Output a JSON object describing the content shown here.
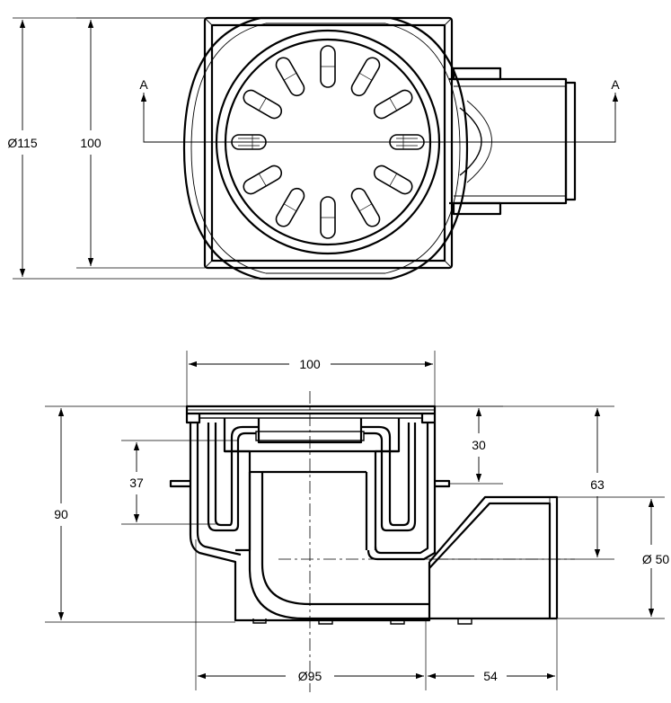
{
  "top_view": {
    "dims": {
      "outer_diameter": "Ø115",
      "frame_height": "100"
    },
    "section_marker_left": "A",
    "section_marker_right": "A"
  },
  "side_view": {
    "dims": {
      "frame_width": "100",
      "depth_30": "30",
      "depth_37": "37",
      "height_63": "63",
      "total_height": "90",
      "outlet_diameter": "Ø 50",
      "body_diameter": "Ø95",
      "outlet_length": "54"
    }
  }
}
